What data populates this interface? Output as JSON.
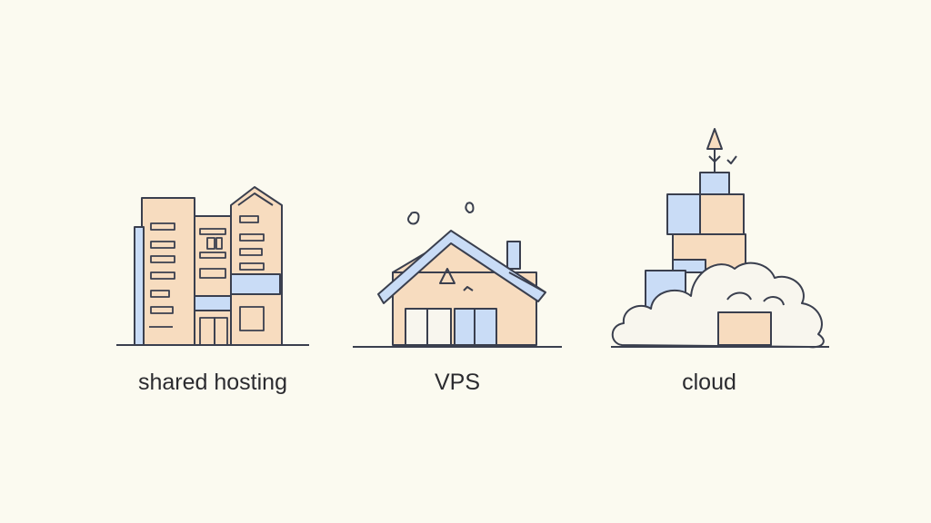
{
  "colors": {
    "background": "#fbfaf0",
    "peach": "#f7dcbf",
    "blue": "#c9dcf6",
    "ink": "#3a3f4e",
    "cloud": "#f8f6ee"
  },
  "items": [
    {
      "label": "shared hosting",
      "icon": "apartment-building-icon"
    },
    {
      "label": "VPS",
      "icon": "house-icon"
    },
    {
      "label": "cloud",
      "icon": "cloud-server-stack-icon"
    }
  ]
}
